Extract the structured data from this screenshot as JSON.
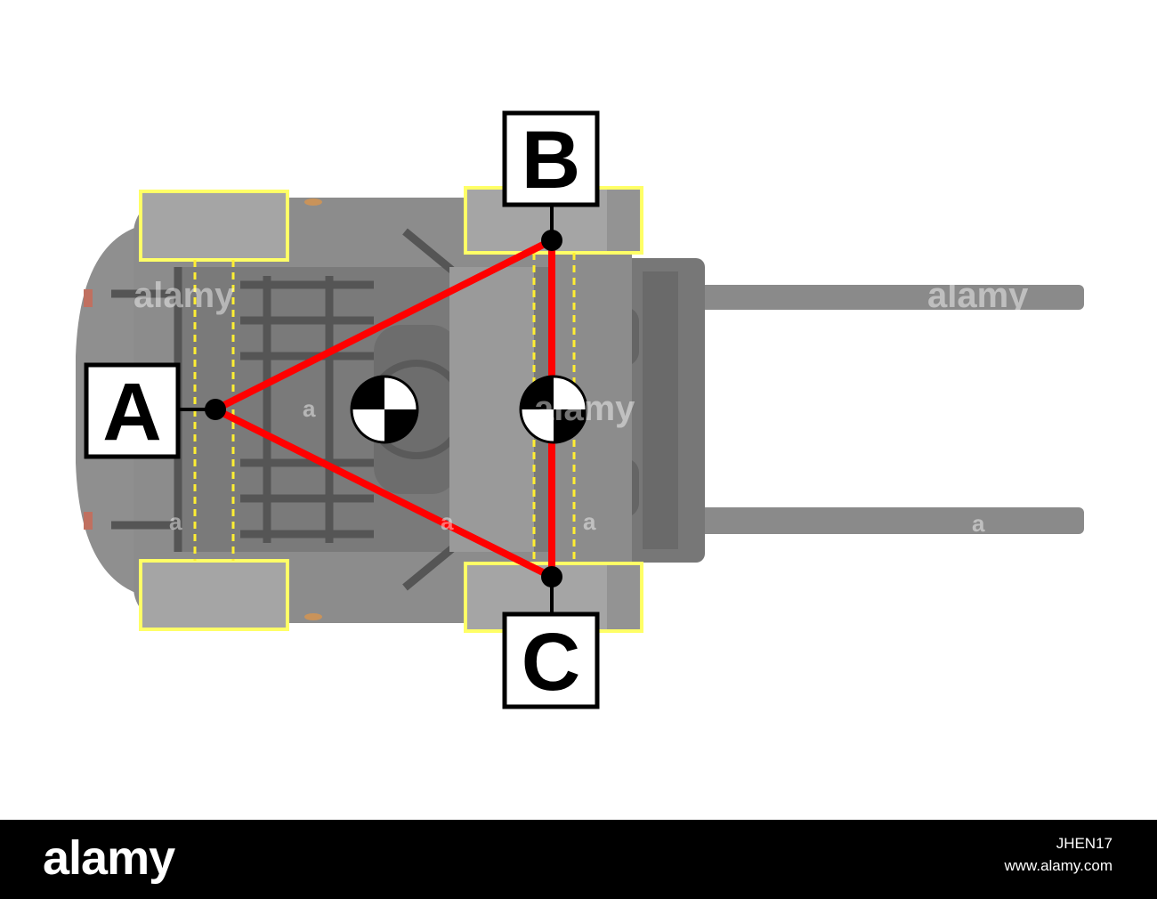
{
  "labels": {
    "a": "A",
    "b": "B",
    "c": "C"
  },
  "watermark": {
    "text": "alamy",
    "small": "a"
  },
  "footer": {
    "logo": "alamy",
    "image_id": "JHEN17",
    "site": "www.alamy.com"
  },
  "colors": {
    "stability_triangle": "#ff0000",
    "wheel_outline": "#ffff66",
    "axle_line": "#ffee33",
    "body": "#8c8c8c",
    "forks": "#8a8a8a"
  },
  "icons": {
    "center_of_gravity": "center-of-gravity-marker",
    "pivot": "pivot-point-dot"
  }
}
